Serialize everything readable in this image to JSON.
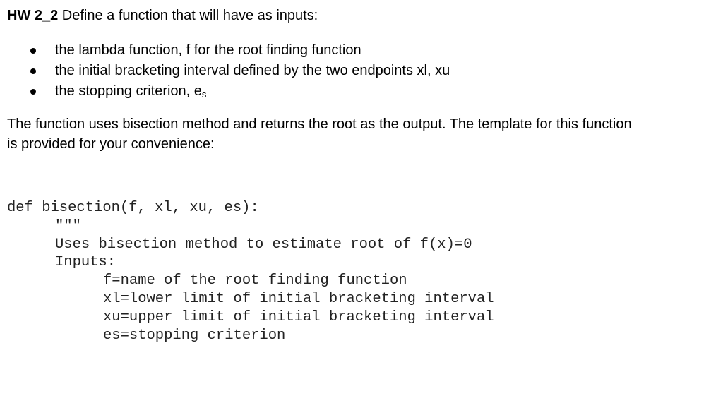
{
  "heading": {
    "label": "HW 2_2",
    "text": " Define a function that will have as inputs:"
  },
  "bullets": [
    {
      "text": "the lambda function, f for the root finding function"
    },
    {
      "text": "the initial bracketing interval defined by the two endpoints xl, xu"
    },
    {
      "text": "the stopping criterion, e",
      "sub": "s"
    }
  ],
  "paragraph": {
    "line1": "The function uses bisection method and returns the root as the output. The template for this function",
    "line2": "is provided for your convenience:"
  },
  "code": {
    "def_line": "def bisection(f, xl, xu, es):",
    "docstring_open": "\"\"\"",
    "description": "Uses bisection method to estimate root of f(x)=0",
    "inputs_label": "Inputs:",
    "input_lines": [
      "f=name of the root finding function",
      "xl=lower limit of initial bracketing interval",
      "xu=upper limit of initial bracketing interval",
      "es=stopping criterion"
    ]
  }
}
